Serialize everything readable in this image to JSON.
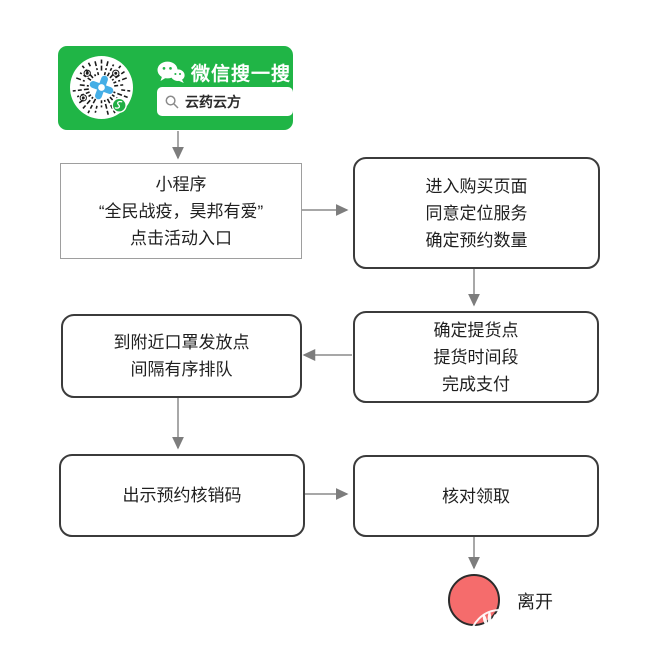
{
  "colors": {
    "wechat_green": "#20B546",
    "box_border_dark": "#3B3B3B",
    "box_border_light": "#9E9E9E",
    "arrow_gray": "#8A8A8A",
    "end_circle_red": "#F56C6C",
    "qr_logo_blue": "#45AEE6",
    "text_dark": "#1F1F1F"
  },
  "wechat_card": {
    "brand_label": "微信搜一搜",
    "search_value": "云药云方"
  },
  "flow": {
    "steps": [
      {
        "id": 1,
        "shape": "rect",
        "lines": [
          "小程序",
          "“全民战疫，昊邦有爱”",
          "点击活动入口"
        ]
      },
      {
        "id": 2,
        "shape": "rounded",
        "lines": [
          "进入购买页面",
          "同意定位服务",
          "确定预约数量"
        ]
      },
      {
        "id": 3,
        "shape": "rounded",
        "lines": [
          "确定提货点",
          "提货时间段",
          "完成支付"
        ]
      },
      {
        "id": 4,
        "shape": "rounded",
        "lines": [
          "到附近口罩发放点",
          "间隔有序排队"
        ]
      },
      {
        "id": 5,
        "shape": "rounded",
        "lines": [
          "出示预约核销码"
        ]
      },
      {
        "id": 6,
        "shape": "rounded",
        "lines": [
          "核对领取"
        ]
      }
    ],
    "end": {
      "label": "离开"
    }
  }
}
